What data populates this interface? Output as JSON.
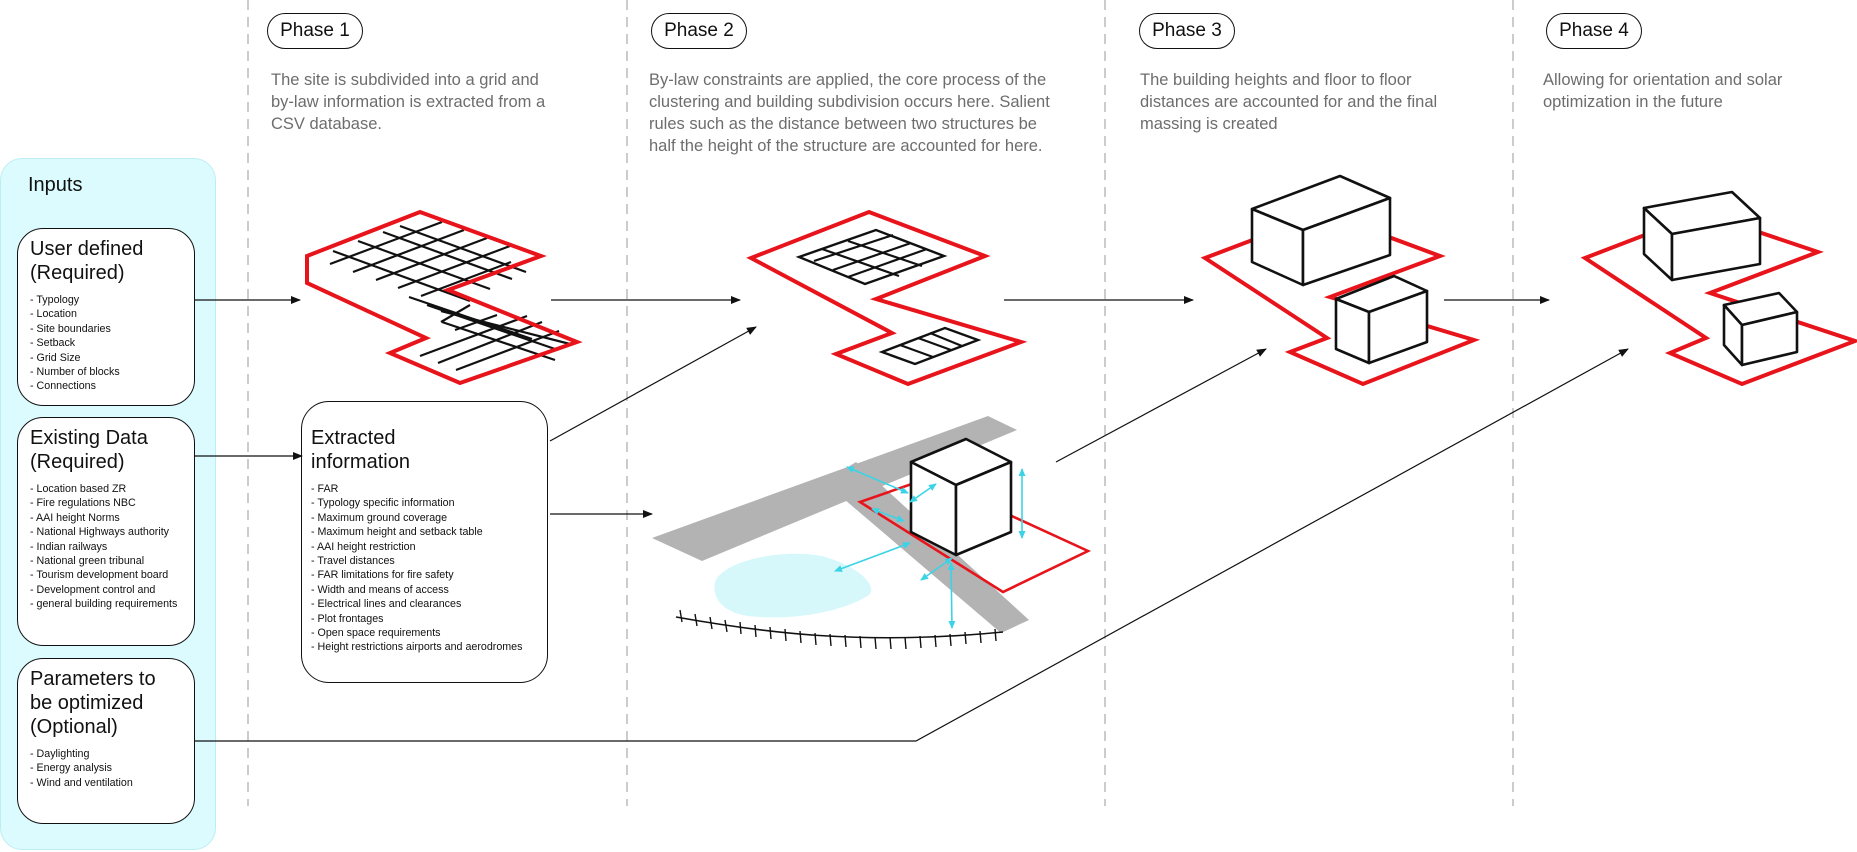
{
  "inputs": {
    "title": "Inputs",
    "user_defined": {
      "title_line1": "User defined",
      "title_line2": "(Required)",
      "items": [
        "Typology",
        "Location",
        "Site boundaries",
        "Setback",
        "Grid Size",
        "Number of blocks",
        "Connections"
      ]
    },
    "existing_data": {
      "title_line1": "Existing Data",
      "title_line2": "(Required)",
      "items": [
        "Location based ZR",
        "Fire regulations NBC",
        "AAI height Norms",
        "National Highways authority",
        "Indian railways",
        "National green tribunal",
        "Tourism development board",
        "Development control and",
        "general  building requirements"
      ]
    },
    "parameters": {
      "title_line1": "Parameters to",
      "title_line2": "be optimized",
      "title_line3": "(Optional)",
      "items": [
        "Daylighting",
        "Energy analysis",
        "Wind and ventilation"
      ]
    }
  },
  "extracted": {
    "title_line1": "Extracted",
    "title_line2": "information",
    "items": [
      "FAR",
      "Typology specific information",
      "Maximum ground coverage",
      "Maximum height and setback table",
      "AAI height restriction",
      "Travel distances",
      "FAR limitations for fire safety",
      "Width and means of access",
      "Electrical lines and clearances",
      "Plot frontages",
      "Open space requirements",
      "Height restrictions airports and aerodromes"
    ]
  },
  "phases": [
    {
      "label": "Phase 1",
      "lines": [
        "The site is subdivided into a grid and",
        "by-law information is extracted from a",
        "CSV database."
      ]
    },
    {
      "label": "Phase 2",
      "lines": [
        "By-law constraints are applied, the core process of the",
        "clustering and building subdivision occurs here. Salient",
        "rules such as the distance between two structures be",
        "half the height of the structure are accounted for here."
      ]
    },
    {
      "label": "Phase 3",
      "lines": [
        "The building heights and floor to floor",
        "distances are accounted for and the final",
        "massing is created"
      ]
    },
    {
      "label": "Phase 4",
      "lines": [
        "Allowing for orientation and solar",
        "optimization in the future"
      ]
    }
  ],
  "colors": {
    "site_outline": "#e8141b",
    "panel_fill": "#dcfbfe",
    "dimension_arrow": "#3cd3e6",
    "road": "#b3b3b3",
    "water": "#d6f8fb",
    "divider": "#9a9a9a"
  }
}
